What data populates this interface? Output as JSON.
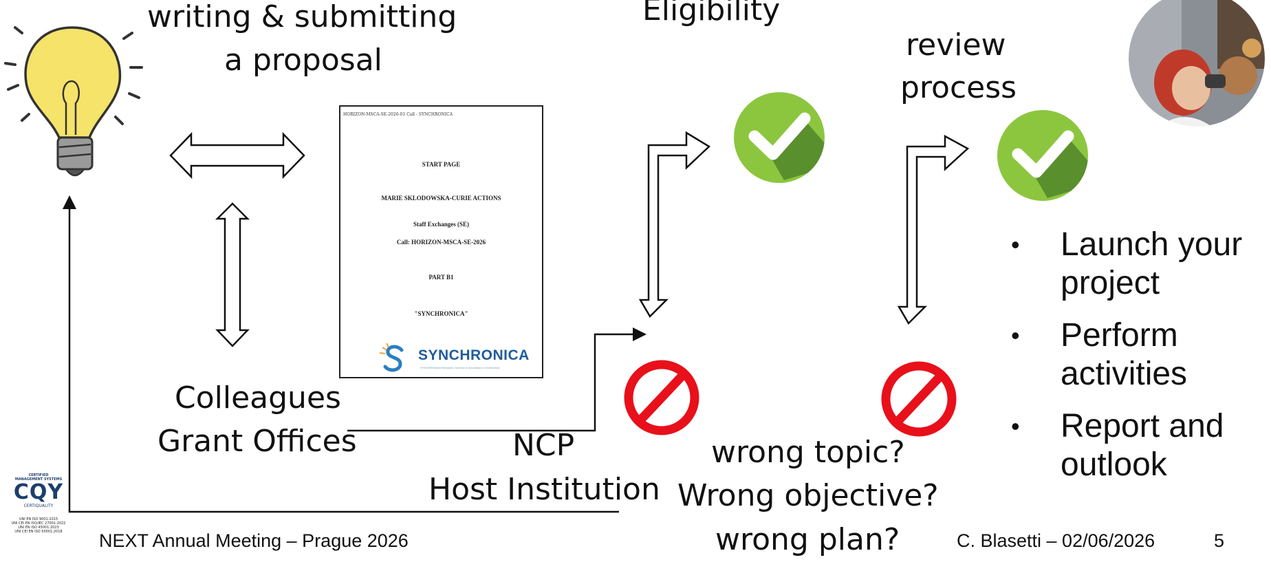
{
  "diagram": {
    "labels": {
      "writing_line1": "writing & submitting",
      "writing_line2": "a proposal",
      "eligibility": "Eligibility",
      "review_line1": "review",
      "review_line2": "process",
      "colleagues": "Colleagues",
      "grant_offices": "Grant Offices",
      "ncp": "NCP",
      "host_institution": "Host Institution",
      "wrong_topic": "wrong topic?",
      "wrong_objective": "Wrong objective?",
      "wrong_plan": "wrong plan?"
    },
    "document": {
      "header": "HORIZON-MSCA-SE-2026-01 Call - SYNCHRONICA",
      "lines": [
        "START PAGE",
        "MARIE SKLODOWSKA-CURIE ACTIONS",
        "Staff Exchanges (SE)",
        "Call: HORIZON-MSCA-SE-2026",
        "PART B1",
        "\"SYNCHRONICA\""
      ],
      "logo_text": "SYNCHRONICA",
      "logo_sub": "SYNCHRONized Research, Science & Innovation in Central Asia"
    },
    "bullets": [
      "Launch your project",
      "Perform activities",
      "Report and outlook"
    ],
    "colors": {
      "check_green": "#8cc63f",
      "check_shadow": "#5a8f2e",
      "stop_red": "#e8101a",
      "bulb_yellow": "#f5e36a"
    }
  },
  "footer": {
    "meeting": "NEXT Annual Meeting – Prague 2026",
    "author_date": "C. Blasetti – 02/06/2026",
    "page_number": "5"
  },
  "certification": {
    "line1": "CERTIFIED",
    "line2": "MANAGEMENT SYSTEMS",
    "brand": "CQY",
    "brand_sub": "CERTIQUALITY",
    "iso_lines": [
      "UNI EN ISO 9001:2015",
      "UNI CEI EN ISO/IEC 27001:2022",
      "UNI EN ISO 45001:2023",
      "UNI CEI EN ISO 50001:2018"
    ]
  }
}
